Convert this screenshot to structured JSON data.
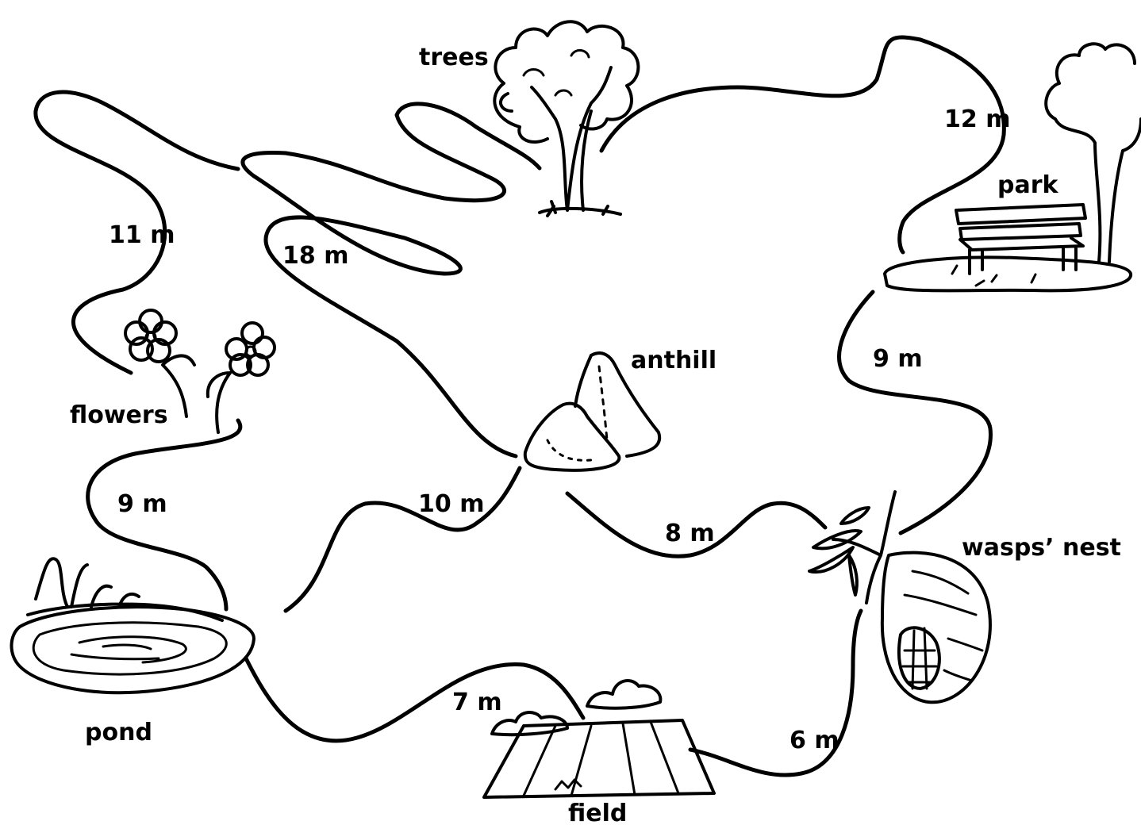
{
  "colors": {
    "ink": "#000000",
    "background": "#ffffff"
  },
  "places": {
    "trees": "trees",
    "park": "park",
    "flowers": "flowers",
    "anthill": "anthill",
    "wasps_nest": "wasps’ nest",
    "pond": "pond",
    "field": "field"
  },
  "paths": [
    {
      "from": "flowers",
      "to": "trees",
      "distance": "11 m"
    },
    {
      "from": "anthill",
      "to": "trees",
      "distance": "18 m"
    },
    {
      "from": "trees",
      "to": "park",
      "distance": "12 m"
    },
    {
      "from": "park",
      "to": "wasps’ nest",
      "distance": "9 m"
    },
    {
      "from": "flowers",
      "to": "pond",
      "distance": "9 m"
    },
    {
      "from": "pond",
      "to": "anthill",
      "distance": "10 m"
    },
    {
      "from": "anthill",
      "to": "wasps’ nest",
      "distance": "8 m"
    },
    {
      "from": "pond",
      "to": "field",
      "distance": "7 m"
    },
    {
      "from": "field",
      "to": "wasps’ nest",
      "distance": "6 m"
    }
  ],
  "icons": [
    "tree-icon",
    "park-bench-icon",
    "flowers-icon",
    "anthill-icon",
    "wasps-nest-icon",
    "pond-icon",
    "field-icon"
  ]
}
